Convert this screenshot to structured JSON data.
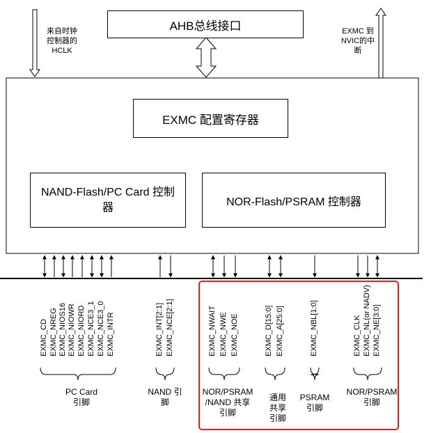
{
  "ahb_interface": "AHB总线接口",
  "hclk_label": [
    "来自时钟",
    "控制器的",
    "HCLK"
  ],
  "nvic_label": [
    "EXMC 到",
    "NVIC的中",
    "断"
  ],
  "config_register": "EXMC 配置寄存器",
  "nand_controller": [
    "NAND-Flash/PC Card 控制",
    "器"
  ],
  "nor_controller": "NOR-Flash/PSRAM 控制器",
  "pin_groups": [
    {
      "pins": [
        "EXMC_CD",
        "EXMC_NREG",
        "EXMC_NIOS16",
        "EXMC_NIOWR",
        "EXMC_NIORD",
        "EXMC_NCE3_1",
        "EXMC_NCE3_0",
        "EXMC_INTR"
      ],
      "label": [
        "PC Card",
        "引脚"
      ]
    },
    {
      "pins": [
        "EXMC_INT[2:1]",
        "EXMC_NCE[2:1]"
      ],
      "label": [
        "NAND 引",
        "脚"
      ]
    },
    {
      "pins": [
        "EXMC_NWAIT",
        "EXMC_NWE",
        "EXMC_NOE"
      ],
      "label": [
        "NOR/PSRAM",
        "/NAND 共享",
        "引脚"
      ]
    },
    {
      "pins": [
        "EXMC_D[15:0]",
        "EXMC_A[25:0]"
      ],
      "label": [
        "通用",
        "共享",
        "引脚"
      ]
    },
    {
      "pins": [
        "EXMC_NBL[1:0]"
      ],
      "label": [
        "PSRAM",
        "引脚"
      ]
    },
    {
      "pins": [
        "EXMC_CLK",
        "EXMC_NL(or NADV)",
        "EXMC_NE[3:0]"
      ],
      "label": [
        "NOR/PSRAM",
        "引脚"
      ]
    }
  ],
  "colors": {
    "line": "#000000",
    "highlight": "#e02020",
    "background": "#ffffff"
  }
}
